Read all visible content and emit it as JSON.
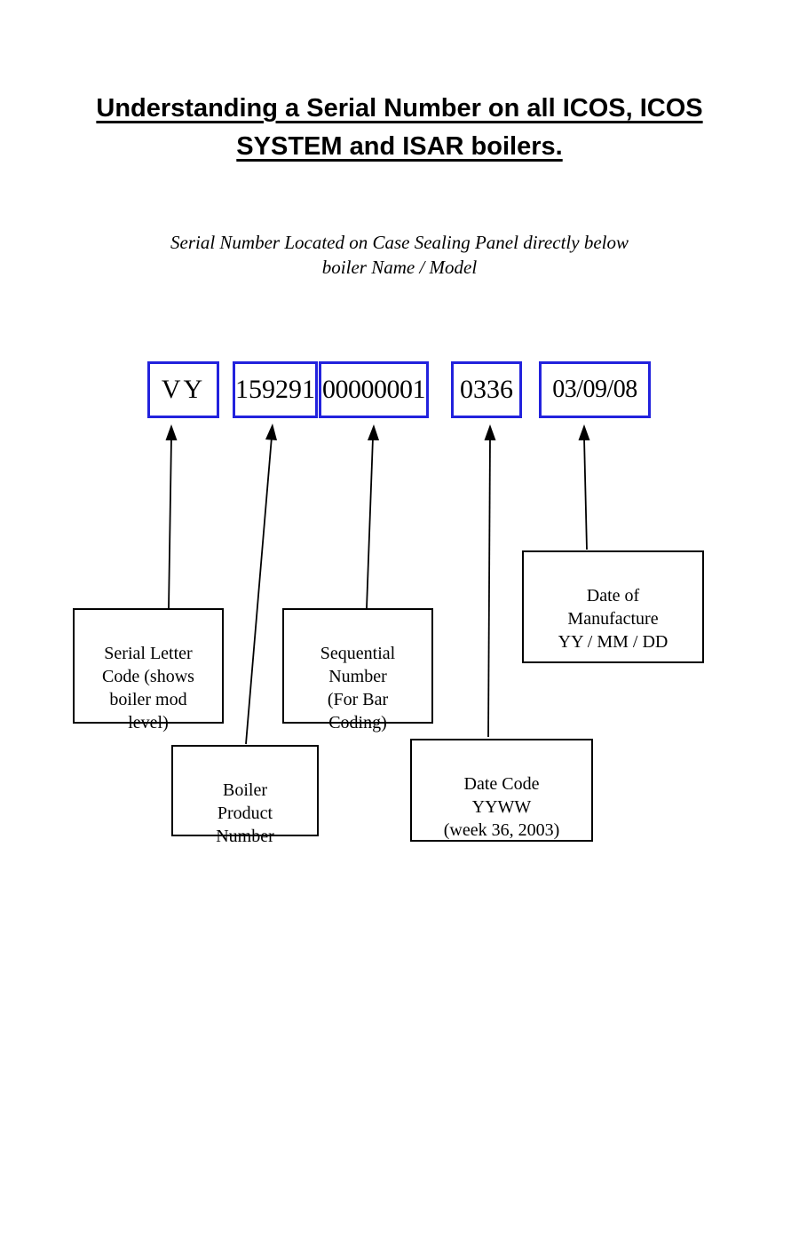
{
  "title": {
    "line1": "Understanding a Serial Number on all ICOS, ICOS",
    "line2": "SYSTEM and ISAR boilers."
  },
  "subtitle": {
    "line1": "Serial Number Located on Case Sealing Panel directly below",
    "line2": "boiler Name / Model"
  },
  "serial": {
    "segments": [
      {
        "name": "serial-letter-code",
        "value": "VY"
      },
      {
        "name": "boiler-product-number",
        "value": "159291"
      },
      {
        "name": "sequential-number",
        "value": "00000001"
      },
      {
        "name": "date-code",
        "value": "0336"
      },
      {
        "name": "date-of-manufacture",
        "value": "03/09/08"
      }
    ]
  },
  "labels": {
    "serial_letter": "Serial Letter\nCode (shows\nboiler mod\nlevel)",
    "sequential": "Sequential\nNumber\n(For Bar\nCoding)",
    "boiler_product": "Boiler\nProduct\nNumber",
    "date_code": "Date Code\nYYWW\n(week 36, 2003)",
    "date_of_manufacture": "Date of\nManufacture\nYY / MM / DD"
  },
  "colors": {
    "serial_box_border": "#2222dd",
    "label_box_border": "#000000",
    "arrow": "#000000",
    "text": "#000000",
    "background": "#ffffff"
  }
}
